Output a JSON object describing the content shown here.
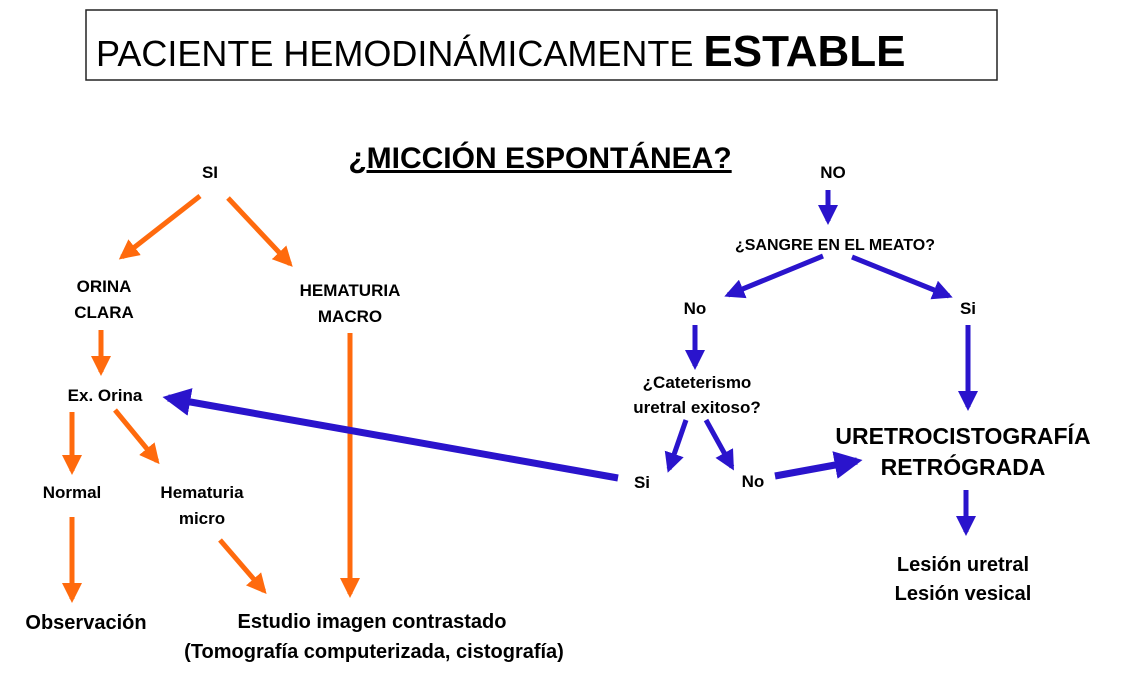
{
  "title": {
    "prefix": "PACIENTE HEMODINÁMICAMENTE ",
    "emphasis": "ESTABLE"
  },
  "question": "¿MICCIÓN ESPONTÁNEA?",
  "colors": {
    "yes_branch": "#FF6A0D",
    "no_branch": "#2A14CC"
  },
  "yes_branch": {
    "label": "SI",
    "orina_clara": [
      "ORINA",
      "CLARA"
    ],
    "hematuria_macro": [
      "HEMATURIA",
      "MACRO"
    ],
    "ex_orina": "Ex. Orina",
    "normal": "Normal",
    "hematuria_micro": [
      "Hematuria",
      "micro"
    ],
    "observacion": "Observación",
    "estudio": [
      "Estudio imagen contrastado",
      "(Tomografía computerizada, cistografía)"
    ]
  },
  "no_branch": {
    "label": "NO",
    "sangre": "¿SANGRE EN EL MEATO?",
    "sangre_no": "No",
    "sangre_si": "Si",
    "cateterismo": [
      "¿Cateterismo",
      "uretral exitoso?"
    ],
    "cat_si": "Si",
    "cat_no": "No",
    "uretro": [
      "URETROCISTOGRAFÍA",
      "RETRÓGRADA"
    ],
    "lesion": [
      "Lesión uretral",
      "Lesión vesical"
    ]
  }
}
